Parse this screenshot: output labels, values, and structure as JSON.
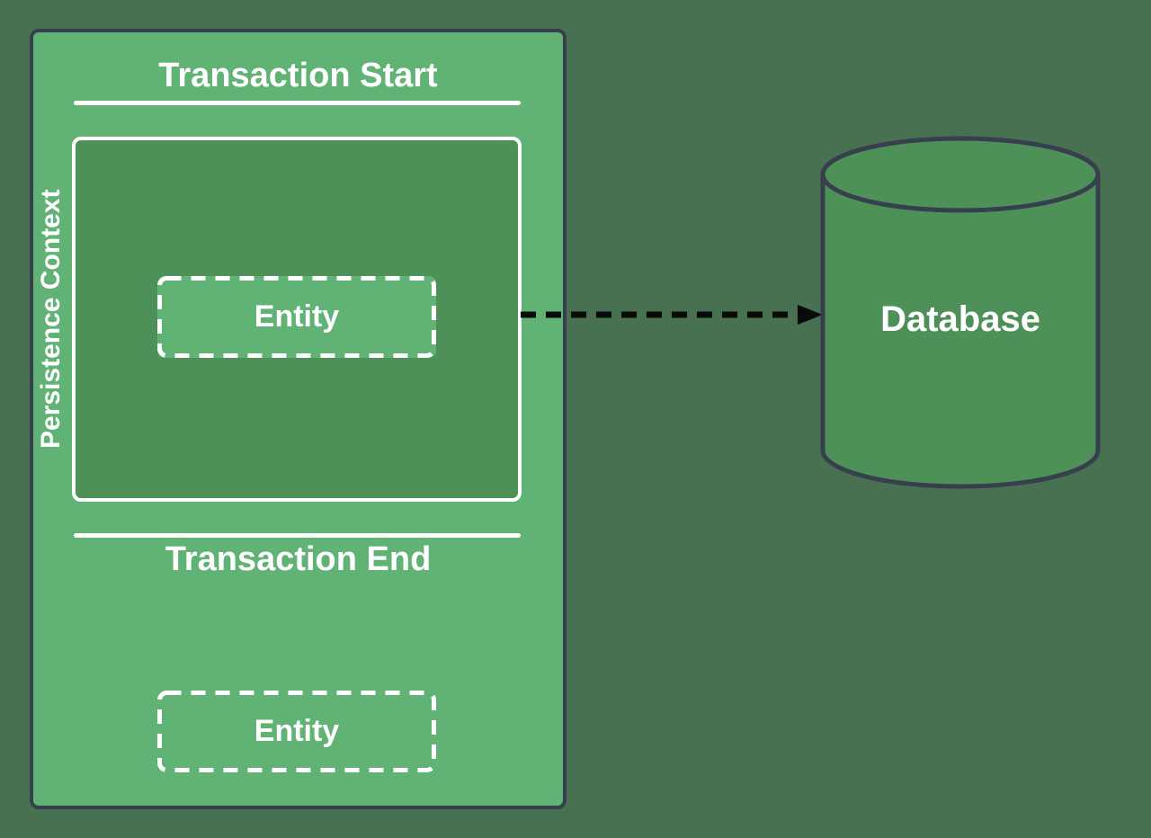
{
  "diagram": {
    "persistence_context": {
      "label": "Persistence Context"
    },
    "transaction": {
      "start_label": "Transaction Start",
      "end_label": "Transaction End"
    },
    "entities": [
      {
        "label": "Entity"
      },
      {
        "label": "Entity"
      }
    ],
    "database": {
      "label": "Database"
    },
    "colors": {
      "background": "#477150",
      "container_fill": "#60b275",
      "transaction_fill": "#4e9158",
      "database_fill": "#4e9158",
      "dark_border": "#373e4d",
      "white": "#ffffff",
      "arrow": "#0a0a0a"
    }
  }
}
